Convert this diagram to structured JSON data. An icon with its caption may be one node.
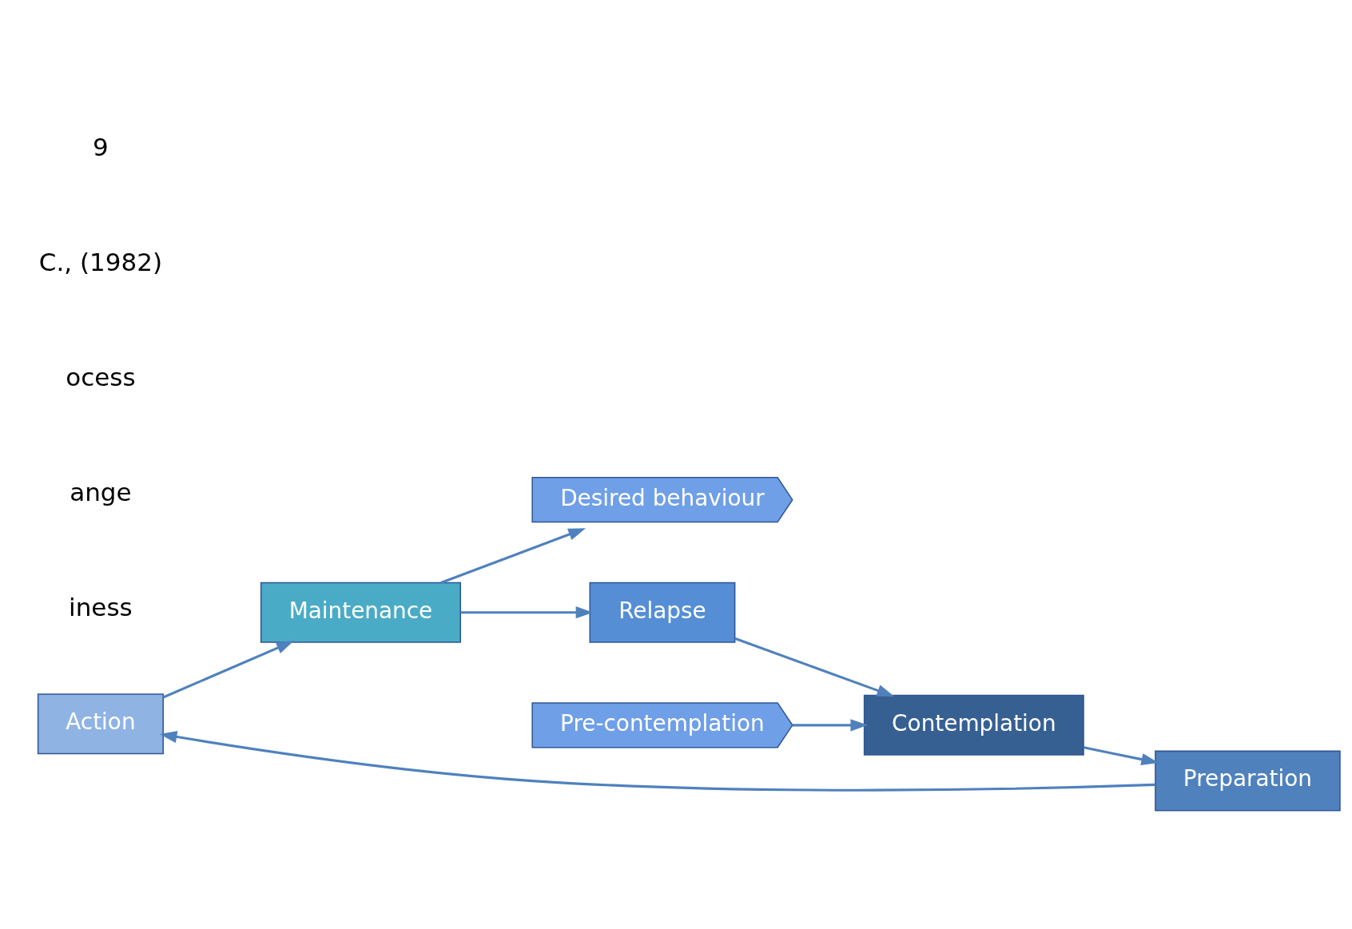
{
  "diagram": {
    "nodes": [
      {
        "text": [
          "Action"
        ]
      },
      {
        "text": [
          "Maintenance"
        ]
      },
      {
        "text": [
          "Desired behaviour"
        ]
      },
      {
        "text": [
          "Preparation"
        ]
      },
      {
        "text": [
          "Relapse"
        ]
      },
      {
        "text": [
          "Pre-contemplation"
        ]
      },
      {
        "text": [
          "Contemplation"
        ]
      }
    ],
    "edges": [
      {
        "from": 6,
        "to": 3,
        "arrow": "to"
      },
      {
        "from": 3,
        "to": 0,
        "arrow": "to"
      },
      {
        "from": 0,
        "to": 1,
        "arrow": "to"
      },
      {
        "from": 1,
        "to": 4,
        "arrow": "to"
      },
      {
        "from": 4,
        "to": 6,
        "arrow": "to"
      },
      {
        "from": 5,
        "to": 6,
        "arrow": "to"
      },
      {
        "from": 1,
        "to": 2,
        "arrow": "to"
      }
    ],
    "labels": [
      "iness",
      "ange",
      "ocess",
      "C., (1982)",
      "9"
    ]
  }
}
